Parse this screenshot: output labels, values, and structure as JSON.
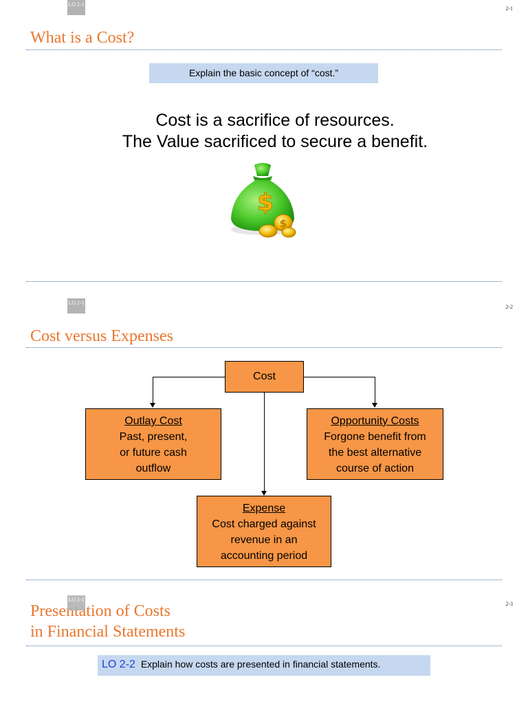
{
  "slide1": {
    "lo_badge": "LO 2-1",
    "page_number": "2-1",
    "title": "What is a Cost?",
    "objective": "Explain the basic concept of “cost.”",
    "statement_line1": "Cost is a sacrifice of resources.",
    "statement_line2": "The Value sacrificed to secure a benefit."
  },
  "slide2": {
    "lo_badge": "LO 2-1",
    "page_number": "2-2",
    "title": "Cost versus Expenses",
    "cost_box": "Cost",
    "outlay": {
      "heading": "Outlay Cost",
      "lines": [
        "Past, present,",
        "or future cash",
        "outflow"
      ]
    },
    "opportunity": {
      "heading": "Opportunity Costs",
      "lines": [
        "Forgone benefit from",
        "the best alternative",
        "course of action"
      ]
    },
    "expense": {
      "heading": "Expense",
      "lines": [
        "Cost charged against",
        "revenue in an",
        "accounting period"
      ]
    }
  },
  "slide3": {
    "lo_badge": "LO 2-1",
    "page_number": "2-3",
    "title_line1": "Presentation of Costs",
    "title_line2": "in Financial Statements",
    "lo_label": "LO 2-2",
    "objective": "Explain how costs are presented in financial statements."
  },
  "colors": {
    "title_orange": "#e8772e",
    "box_orange": "#f79646",
    "objective_bar": "#c6d8f0",
    "lo_blue": "#1f3fd1",
    "money_bag_green": "#4bc82a",
    "coin_gold": "#f2b705"
  }
}
